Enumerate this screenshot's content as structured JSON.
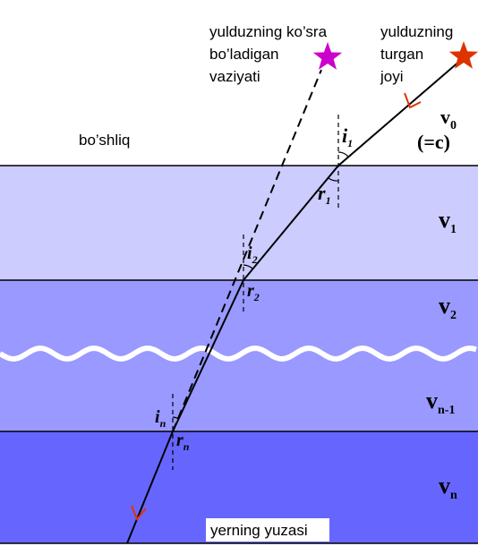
{
  "labels": {
    "apparent_star": [
      "yulduzning ko’sra",
      "bo’ladigan",
      "vaziyati"
    ],
    "true_star": [
      "yulduzning",
      "turgan",
      "joyi"
    ],
    "vacuum": "bo’shliq",
    "surface": "yerning yuzasi"
  },
  "velocities": {
    "v0": {
      "main": "v",
      "sub": "0"
    },
    "v0_eq": "(=c)",
    "v1": {
      "main": "v",
      "sub": "1"
    },
    "v2": {
      "main": "v",
      "sub": "2"
    },
    "vn1": {
      "main": "v",
      "sub": "n-1"
    },
    "vn": {
      "main": "v",
      "sub": "n"
    }
  },
  "angles": {
    "i1": {
      "main": "i",
      "sub": "1"
    },
    "r1": {
      "main": "r",
      "sub": "1"
    },
    "i2": {
      "main": "i",
      "sub": "2"
    },
    "r2": {
      "main": "r",
      "sub": "2"
    },
    "in": {
      "main": "i",
      "sub": "n"
    },
    "rn": {
      "main": "r",
      "sub": "n"
    }
  },
  "colors": {
    "layer1": "#ccccff",
    "layer2": "#9999ff",
    "layer3": "#9999ff",
    "layer4": "#6666ff",
    "apparent_star": "#cc00cc",
    "true_star": "#dd3300",
    "arrow": "#dd3300"
  },
  "icons": {
    "apparent_star": "star-icon",
    "true_star": "star-icon",
    "ray_arrows": "arrowhead-icon"
  }
}
